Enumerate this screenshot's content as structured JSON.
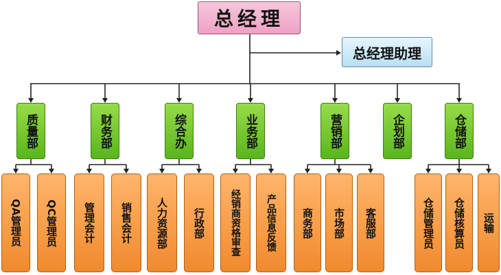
{
  "ceo": {
    "label": "总经理"
  },
  "assistant": {
    "label": "总经理助理"
  },
  "departments": [
    {
      "label": "质量部",
      "units": [
        "QA管理员",
        "QC管理员"
      ]
    },
    {
      "label": "财务部",
      "units": [
        "管理会计",
        "销售会计"
      ]
    },
    {
      "label": "综合办",
      "units": [
        "人力资源部",
        "行政部"
      ]
    },
    {
      "label": "业务部",
      "units": [
        "经销商资格审查",
        "产品信息反馈"
      ]
    },
    {
      "label": "营销部",
      "units": [
        "商务部",
        "市场部",
        "客服部"
      ]
    },
    {
      "label": "企划部",
      "units": []
    },
    {
      "label": "仓储部",
      "units": [
        "仓储管理员",
        "仓储核算员",
        "运输"
      ]
    }
  ]
}
